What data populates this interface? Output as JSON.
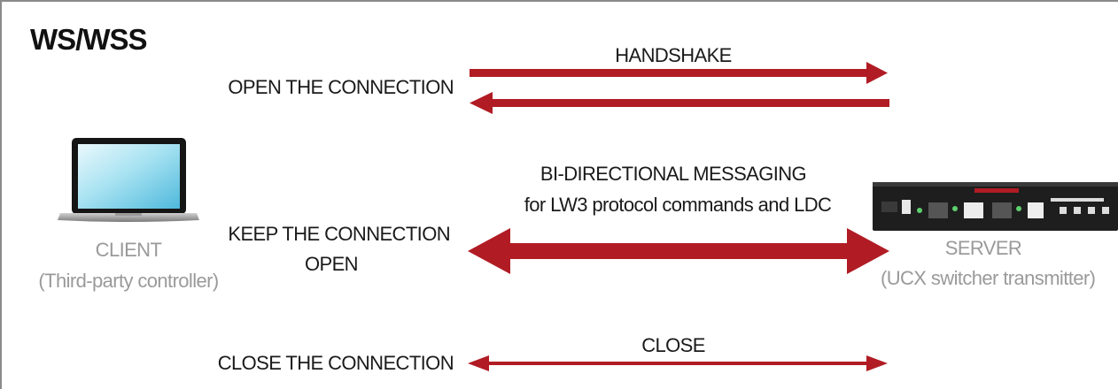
{
  "title": "WS/WSS",
  "colors": {
    "arrow": "#b11c24",
    "text": "#1a1a1a",
    "muted": "#9a9a9a"
  },
  "client": {
    "icon": "laptop-icon",
    "label": "CLIENT",
    "sublabel": "(Third-party controller)"
  },
  "server": {
    "icon": "ucx-switcher-device-icon",
    "label": "SERVER",
    "sublabel": "(UCX switcher transmitter)"
  },
  "stages": {
    "open": {
      "label": "OPEN THE CONNECTION",
      "arrow_label": "HANDSHAKE"
    },
    "keep": {
      "label_line1": "KEEP THE CONNECTION",
      "label_line2": "OPEN",
      "arrow_label_line1": "BI-DIRECTIONAL MESSAGING",
      "arrow_label_line2": "for LW3 protocol commands and LDC"
    },
    "close": {
      "label": "CLOSE THE CONNECTION",
      "arrow_label": "CLOSE"
    }
  }
}
